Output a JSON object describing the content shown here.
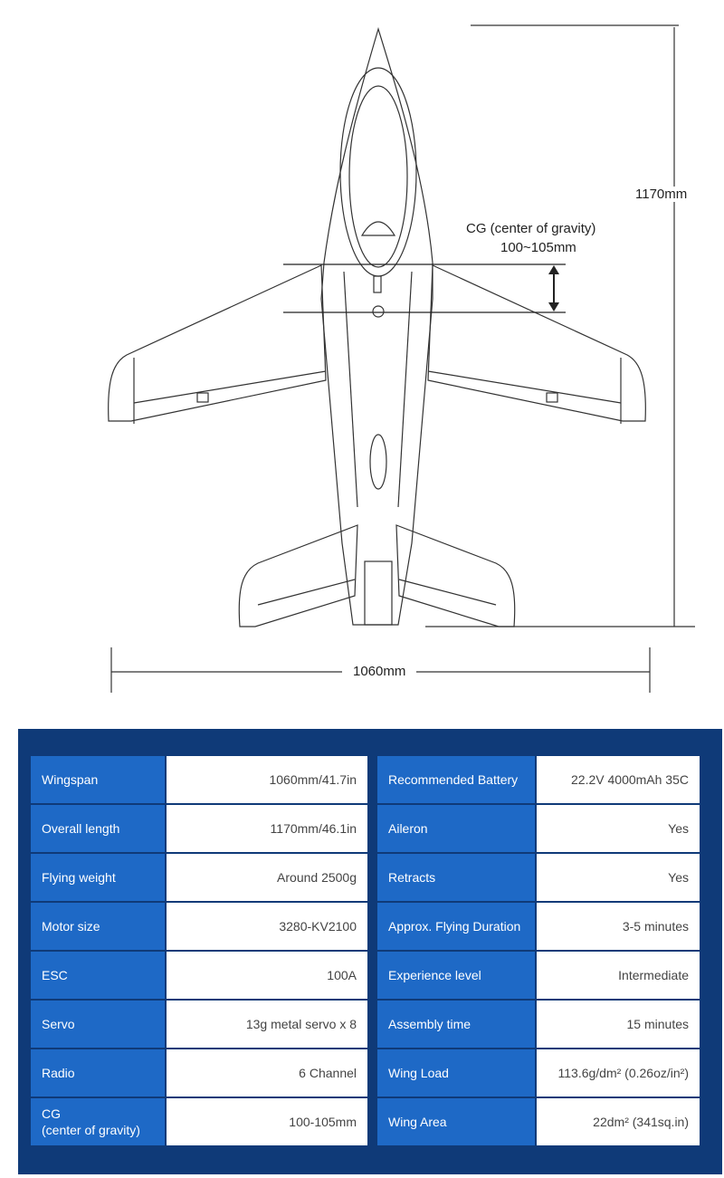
{
  "dimensions": {
    "length_label": "1170mm",
    "wingspan_label": "1060mm",
    "cg_title": "CG (center of gravity)",
    "cg_range": "100~105mm"
  },
  "specs_left": [
    {
      "key": "Wingspan",
      "value": "1060mm/41.7in"
    },
    {
      "key": "Overall length",
      "value": "1170mm/46.1in"
    },
    {
      "key": "Flying weight",
      "value": "Around 2500g"
    },
    {
      "key": "Motor size",
      "value": "3280-KV2100"
    },
    {
      "key": "ESC",
      "value": "100A"
    },
    {
      "key": "Servo",
      "value": "13g metal servo x 8"
    },
    {
      "key": "Radio",
      "value": "6 Channel"
    },
    {
      "key": "CG\n(center of gravity)",
      "value": "100-105mm"
    }
  ],
  "specs_right": [
    {
      "key": "Recommended Battery",
      "value": "22.2V 4000mAh 35C"
    },
    {
      "key": "Aileron",
      "value": "Yes"
    },
    {
      "key": "Retracts",
      "value": "Yes"
    },
    {
      "key": "Approx. Flying Duration",
      "value": "3-5 minutes"
    },
    {
      "key": "Experience level",
      "value": "Intermediate"
    },
    {
      "key": "Assembly time",
      "value": "15 minutes"
    },
    {
      "key": "Wing Load",
      "value": "113.6g/dm² (0.26oz/in²)"
    },
    {
      "key": "Wing Area",
      "value": "22dm² (341sq.in)"
    }
  ],
  "colors": {
    "panel_bg": "#0f3a78",
    "key_bg": "#1e69c6",
    "value_bg": "#ffffff"
  }
}
